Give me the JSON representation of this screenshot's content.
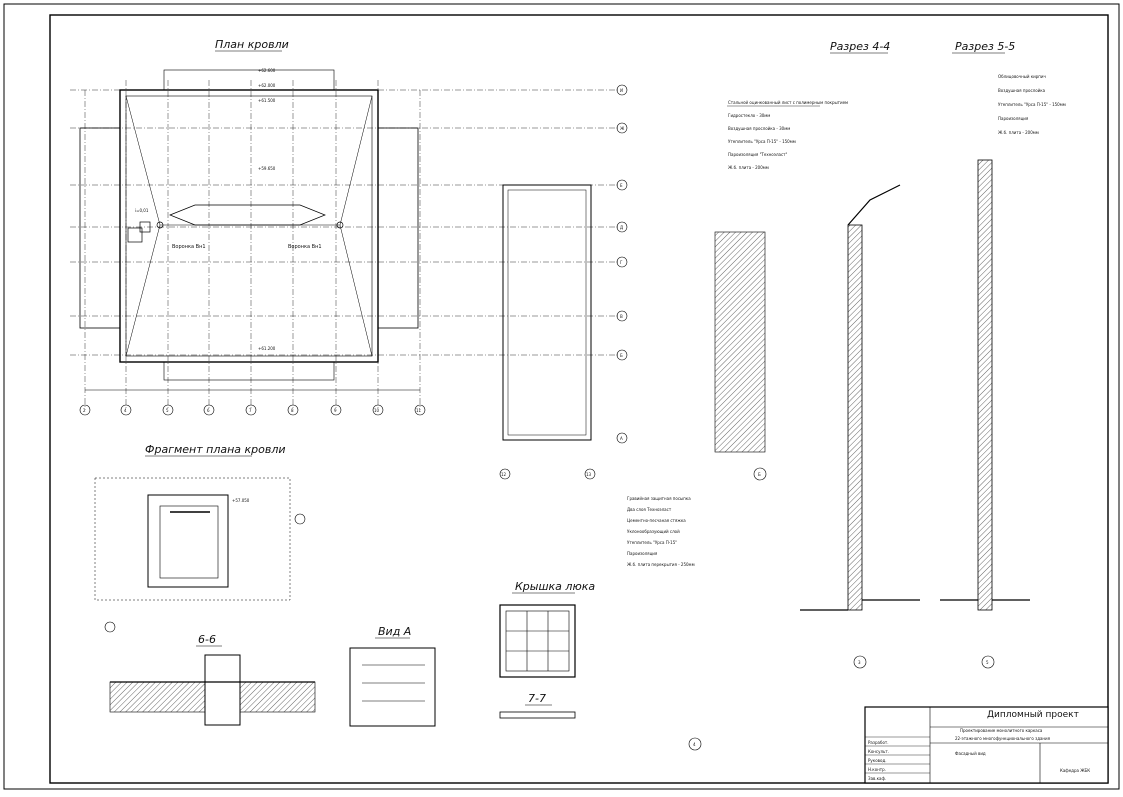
{
  "sheet": {
    "views": {
      "roof_plan": "План кровли",
      "roof_fragment": "Фрагмент плана кровли",
      "section_44": "Разрез 4-4",
      "section_55": "Разрез 5-5",
      "hatch_cover": "Крышка люка",
      "section_66": "6-6",
      "view_a": "Вид А",
      "section_77": "7-7"
    },
    "plan": {
      "axes_bottom": [
        "2",
        "4",
        "5",
        "6",
        "7",
        "8",
        "9",
        "10",
        "11"
      ],
      "axes_right": [
        "И",
        "Ж",
        "Е",
        "Д",
        "Г",
        "В",
        "Б",
        "А"
      ],
      "axes_small": [
        "12",
        "13"
      ],
      "marks": [
        "+62.600",
        "+62.000",
        "+61.500",
        "+61.200",
        "+59.650",
        "+57.050"
      ],
      "funnel_left": "Воронка Вн1",
      "funnel_right": "Воронка Вн1",
      "slope": "i=0,01"
    },
    "section_labels": {
      "s44_axis": "3",
      "s55_axis": "5",
      "node_axis": "4",
      "node_6_axis": "Б"
    },
    "layers_44": [
      "Стальной оцинкованный лист с полимерным покрытием",
      "Гидростекло - 30мм",
      "Воздушная прослойка - 30мм",
      "Утеплитель \"Урса П-15\" - 150мм",
      "Пароизоляция \"Техноэласт\"",
      "Ж.б. плита - 200мм"
    ],
    "layers_55": [
      "Облицовочный кирпич",
      "Воздушная прослойка",
      "Утеплитель \"Урса П-15\" - 150мм",
      "Пароизоляция",
      "Ж.б. плита - 200мм"
    ],
    "layers_roof": [
      "Гравийная защитная посыпка",
      "Два слоя Техноэласт",
      "Цементно-песчаная стяжка",
      "Уклонообразующий слой",
      "Утеплитель \"Урса П-15\"",
      "Пароизоляция",
      "Ж.б. плита перекрытия - 250мм"
    ],
    "title_block": {
      "project_title": "Дипломный проект",
      "subtitle_1": "Проектирование монолитного каркаса",
      "subtitle_2": "22-этажного многофункционального здания",
      "sheet_name": "Фасадный вид",
      "department": "Кафедра ЖБК",
      "roles": [
        "Разработ.",
        "Консульт.",
        "Руковод.",
        "Н.контр.",
        "Зав.каф."
      ]
    }
  }
}
